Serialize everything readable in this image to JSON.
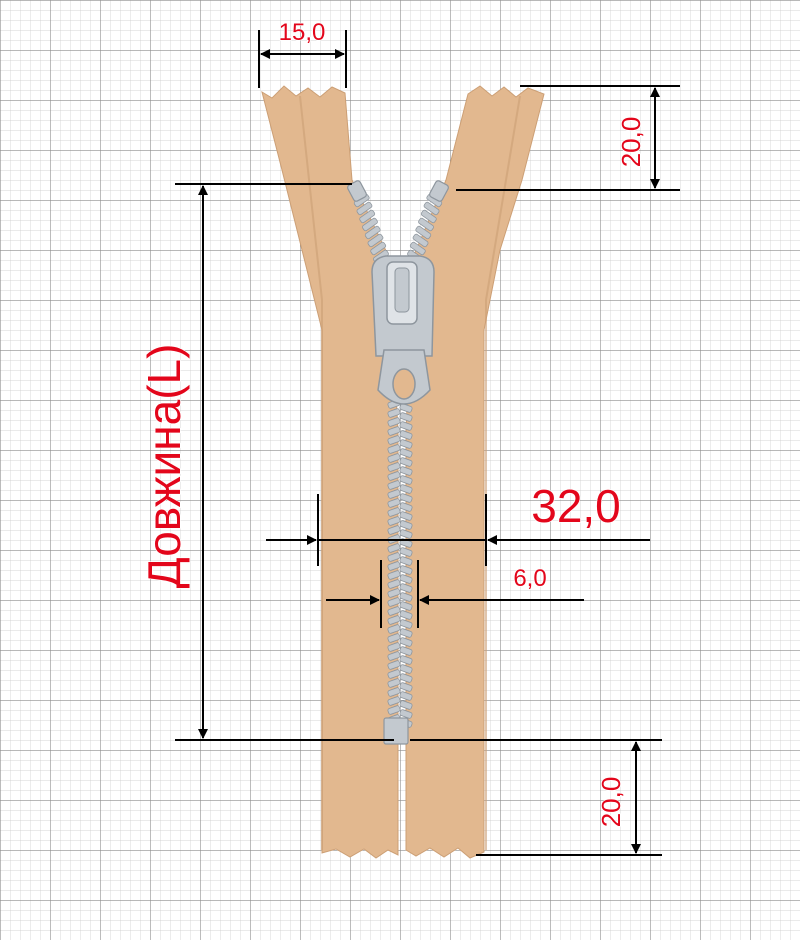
{
  "diagram": {
    "subject": "zipper-with-dimensions",
    "colors": {
      "grid_minor": "#c9c9c9",
      "grid_major": "#8e8e8e",
      "tape": "#e2b88f",
      "tape_shadow": "#cc9f75",
      "metal": "#c3c9cf",
      "metal_dark": "#8e969e",
      "dimension_line": "#000000",
      "label": "#e3061b"
    },
    "labels": {
      "top_tape_width": "15,0",
      "top_tape_length": "20,0",
      "length": "Довжина(L)",
      "tape_width": "32,0",
      "teeth_width": "6,0",
      "bottom_tape_length": "20,0"
    }
  }
}
